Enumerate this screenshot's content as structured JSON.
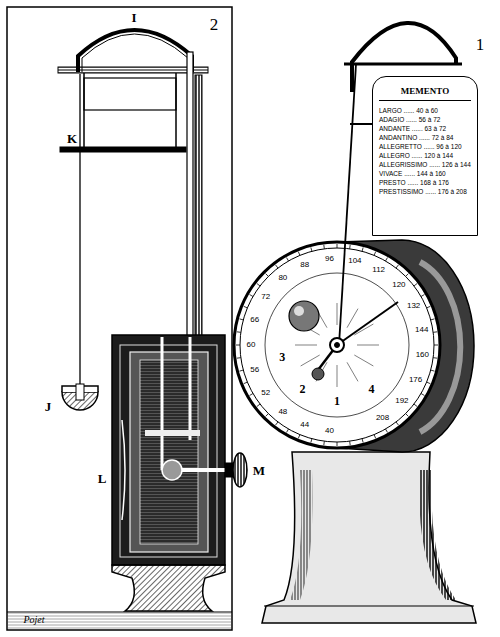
{
  "diagram": {
    "nodes": [
      {
        "text": [
          "MEMENTO",
          "LARGO ...... 40 à 60",
          "ADAGIO ...... 56 à 72",
          "ANDANTE ...... 63 à 72",
          "ANDANTINO ...... 72 à 84",
          "ALLEGRETTO ...... 96 à 120",
          "ALLEGRO ...... 120 à 144",
          "ALLEGRISSIMO ...... 126 à 144",
          "VIVACE ...... 144 à 160",
          "PRESTO ...... 168 à 176",
          "PRESTISSIMO ...... 176 à 208"
        ]
      }
    ],
    "labels": [
      "2",
      "I",
      "K",
      "J",
      "L",
      "M",
      "Pojet",
      "1",
      "40",
      "44",
      "48",
      "52",
      "56",
      "60",
      "66",
      "72",
      "80",
      "88",
      "96",
      "104",
      "112",
      "120",
      "132",
      "144",
      "160",
      "176",
      "192",
      "208",
      "1",
      "2",
      "3",
      "4"
    ]
  }
}
